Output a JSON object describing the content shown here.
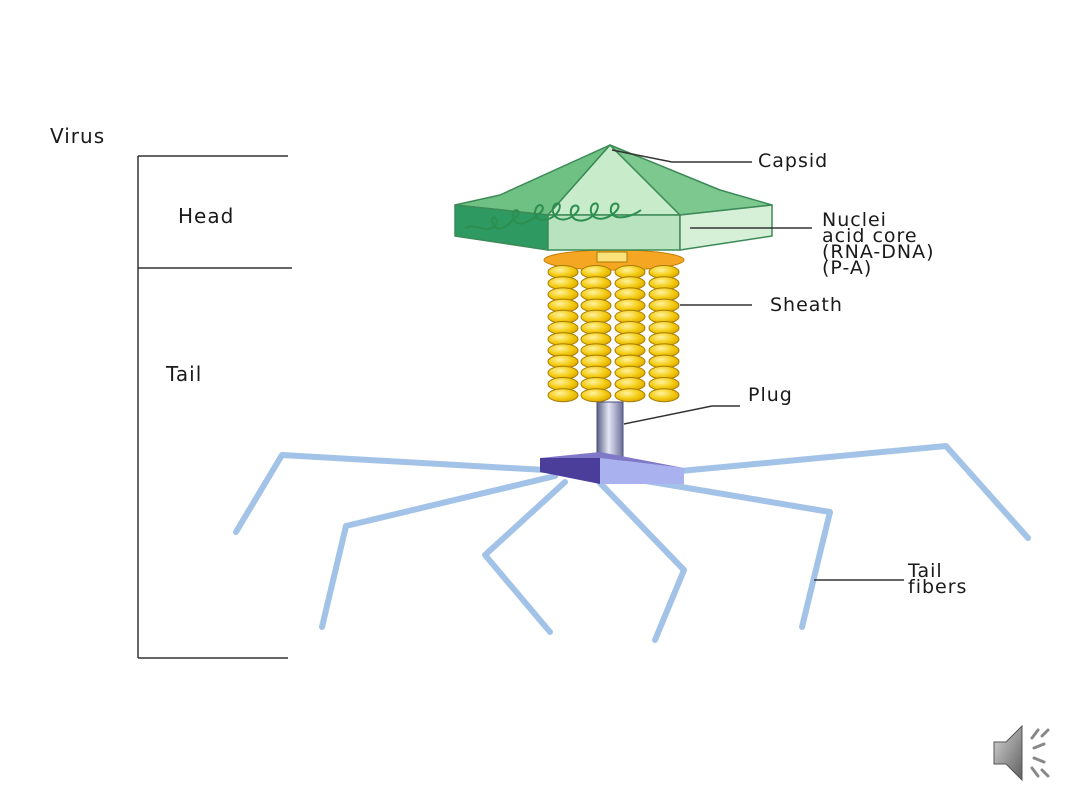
{
  "labels": {
    "virus": "Virus",
    "head": "Head",
    "tail": "Tail",
    "capsid": "Capsid",
    "nuclei": "Nuclei",
    "acid_core": "acid core",
    "rna_dna": "(RNA-DNA)",
    "pa": "(P-A)",
    "sheath": "Sheath",
    "plug": "Plug",
    "tail_fibers_1": "Tail",
    "tail_fibers_2": "fibers"
  },
  "icons": {
    "speaker": "speaker-icon"
  },
  "colors": {
    "capsid_dark": "#2e9a62",
    "capsid_light": "#b9e3bf",
    "sheath_bead": "#f2c90e",
    "collar": "#f5a623",
    "plug": "#8a8fb8",
    "base_plate": "#4b3d9a",
    "fibers": "#9ec0e6",
    "nucleic": "#2c8f4f"
  }
}
